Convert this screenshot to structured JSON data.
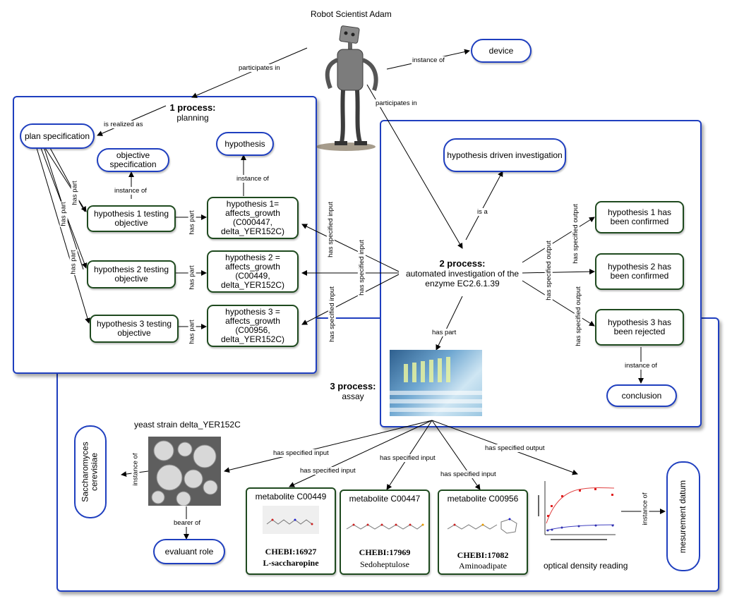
{
  "robot": {
    "title": "Robot Scientist Adam"
  },
  "nodes": {
    "device": "device",
    "plan_spec": "plan specification",
    "objective_spec": "objective specification",
    "hypothesis": "hypothesis",
    "h1_obj": "hypothesis 1 testing objective",
    "h2_obj": "hypothesis 2 testing objective",
    "h3_obj": "hypothesis 3 testing objective",
    "h1": "hypothesis 1= affects_growth (C000447, delta_YER152C)",
    "h2": "hypothesis 2 = affects_growth (C00449, delta_YER152C)",
    "h3": "hypothesis 3 = affects_growth (C00956, delta_YER152C)",
    "hdi": "hypothesis driven investigation",
    "h1_conf": "hypothesis 1 has been confirmed",
    "h2_conf": "hypothesis 2 has been confirmed",
    "h3_rej": "hypothesis 3 has been rejected",
    "conclusion": "conclusion",
    "saccharomyces": "Saccharomyces cerevisiae",
    "evaluant": "evaluant role",
    "measurement": "mesurement datum"
  },
  "processes": {
    "p1": {
      "title": "1 process:",
      "sub": "planning"
    },
    "p2": {
      "title": "2 process:",
      "sub": "automated investigation of the enzyme EC2.6.1.39"
    },
    "p3": {
      "title": "3 process:",
      "sub": "assay"
    }
  },
  "edges": {
    "participates_in": "participates in",
    "instance_of": "instance of",
    "is_realized_as": "is realized as",
    "has_part": "has part",
    "has_specified_input": "has specified input",
    "has_specified_output": "has specified output",
    "is_a": "is a",
    "bearer_of": "bearer of"
  },
  "yeast": {
    "title": "yeast strain delta_YER152C"
  },
  "metabolites": [
    {
      "title": "metabolite C00449",
      "chebi": "CHEBI:16927",
      "name": "L-saccharopine"
    },
    {
      "title": "metabolite C00447",
      "chebi": "CHEBI:17969",
      "name": "Sedoheptulose"
    },
    {
      "title": "metabolite C00956",
      "chebi": "CHEBI:17082",
      "name": "Aminoadipate"
    }
  ],
  "od": {
    "caption": "optical density reading"
  },
  "colors": {
    "panel_border": "#1f3fbf",
    "node_green": "#1f4a1f"
  }
}
